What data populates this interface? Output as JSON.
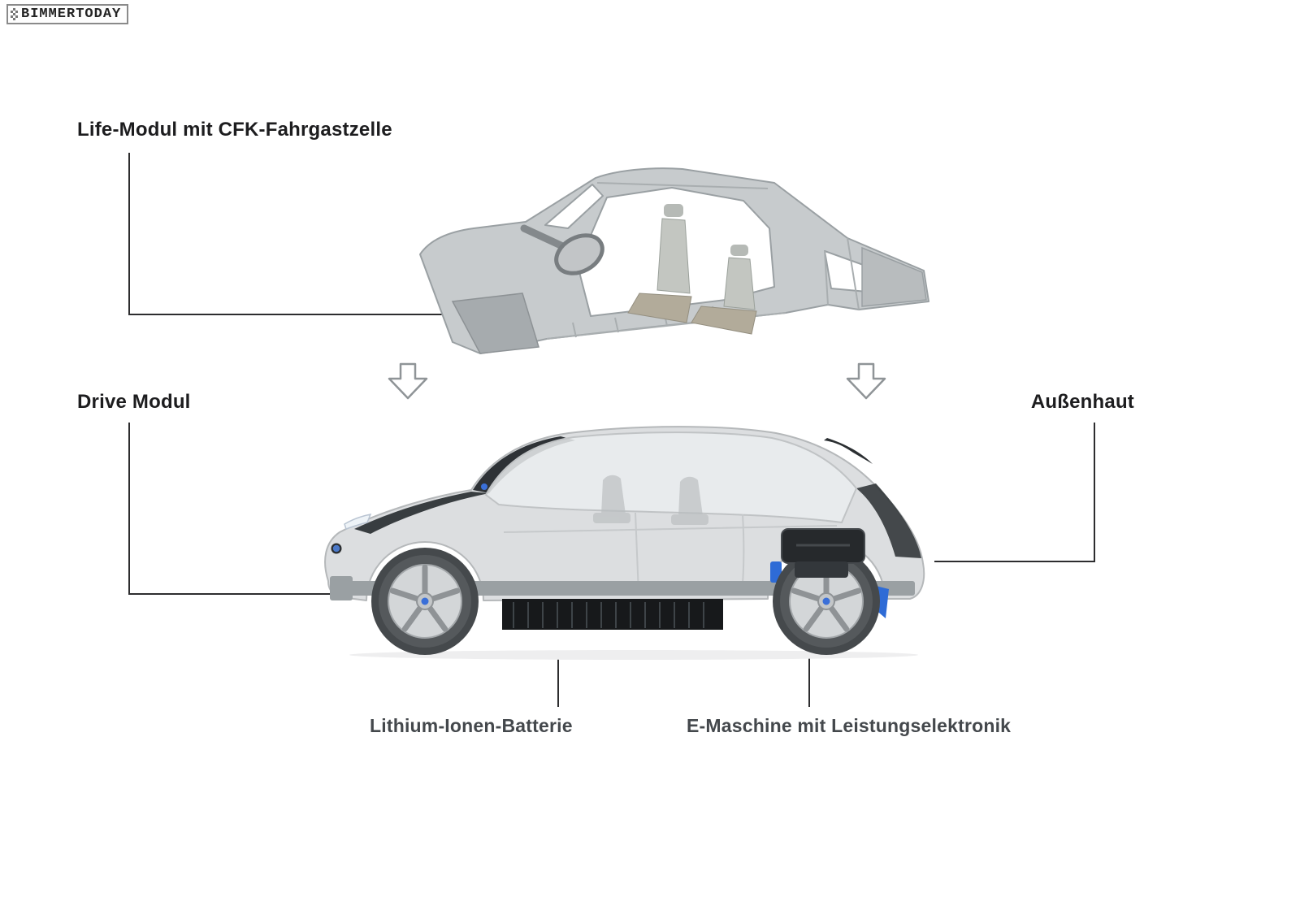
{
  "watermark": {
    "text": "BIMMERTODAY"
  },
  "labels": {
    "life_module": "Life-Modul mit CFK-Fahrgastzelle",
    "drive_module": "Drive Modul",
    "outer_skin": "Außenhaut",
    "battery": "Lithium-Ionen-Batterie",
    "e_machine": "E-Maschine mit Leistungselektronik"
  },
  "icons": {
    "arrow_left": "down-arrow-icon",
    "arrow_right": "down-arrow-icon",
    "watermark_checker": "checker-pattern-icon"
  },
  "colors": {
    "background": "#ffffff",
    "label_text_dark": "#1d1d1f",
    "label_text_gray": "#44484c",
    "connector_line": "#2d2d2f",
    "frame_gray": "#c7cbcd",
    "car_silver": "#dcdee0",
    "battery_black": "#17191b",
    "accent_blue": "#3a6fd8"
  }
}
